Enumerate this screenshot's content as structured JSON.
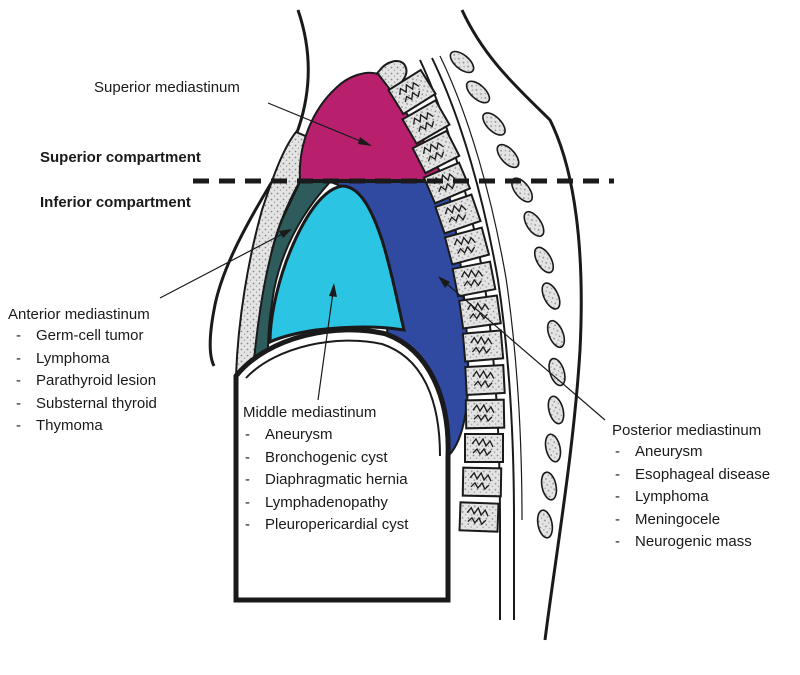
{
  "labels": {
    "superior_mediastinum": "Superior mediastinum",
    "superior_compartment": "Superior compartment",
    "inferior_compartment": "Inferior compartment",
    "anterior": {
      "title": "Anterior mediastinum",
      "items": [
        "Germ-cell tumor",
        "Lymphoma",
        "Parathyroid lesion",
        "Substernal thyroid",
        "Thymoma"
      ]
    },
    "middle": {
      "title": "Middle mediastinum",
      "items": [
        "Aneurysm",
        "Bronchogenic cyst",
        "Diaphragmatic hernia",
        "Lymphadenopathy",
        "Pleuropericardial cyst"
      ]
    },
    "posterior": {
      "title": "Posterior mediastinum",
      "items": [
        "Aneurysm",
        "Esophageal disease",
        "Lymphoma",
        "Meningocele",
        "Neurogenic mass"
      ]
    }
  },
  "colors": {
    "superior": "#b8206e",
    "anterior": "#2e5b5b",
    "middle": "#2cc4e3",
    "posterior": "#2f4aa0",
    "bone_fill": "#d9d9d9",
    "outline": "#1a1a1a"
  }
}
